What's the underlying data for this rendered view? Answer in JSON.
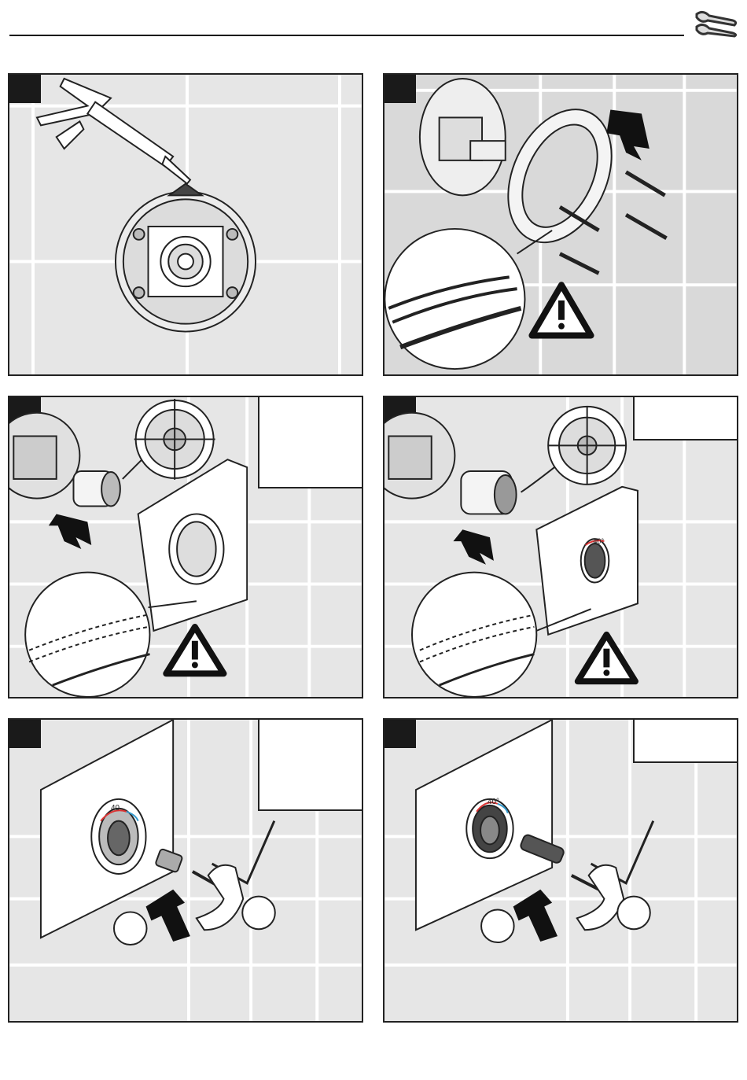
{
  "header": {
    "tool_icon": "wrench-icon"
  },
  "steps": [
    {
      "id": "step-1",
      "icons": [
        "caulk-gun-icon"
      ]
    },
    {
      "id": "step-2",
      "icons": [
        "screw-icon",
        "warning-icon",
        "magnifier-detail-icon"
      ]
    },
    {
      "id": "step-3",
      "icons": [
        "push-arrow-icon",
        "warning-icon",
        "magnifier-detail-icon"
      ]
    },
    {
      "id": "step-4",
      "icons": [
        "push-arrow-icon",
        "warning-icon",
        "magnifier-detail-icon"
      ],
      "dial_label": "40°"
    },
    {
      "id": "step-5",
      "icons": [
        "allen-key-icon",
        "push-arrow-icon"
      ],
      "dial_label": "40"
    },
    {
      "id": "step-6",
      "icons": [
        "allen-key-icon",
        "push-arrow-icon"
      ],
      "dial_label": "40°"
    }
  ],
  "colors": {
    "hot": "#d33",
    "cold": "#39c",
    "line": "#222",
    "tile": "#e6e6e6",
    "grout": "#ffffff"
  }
}
